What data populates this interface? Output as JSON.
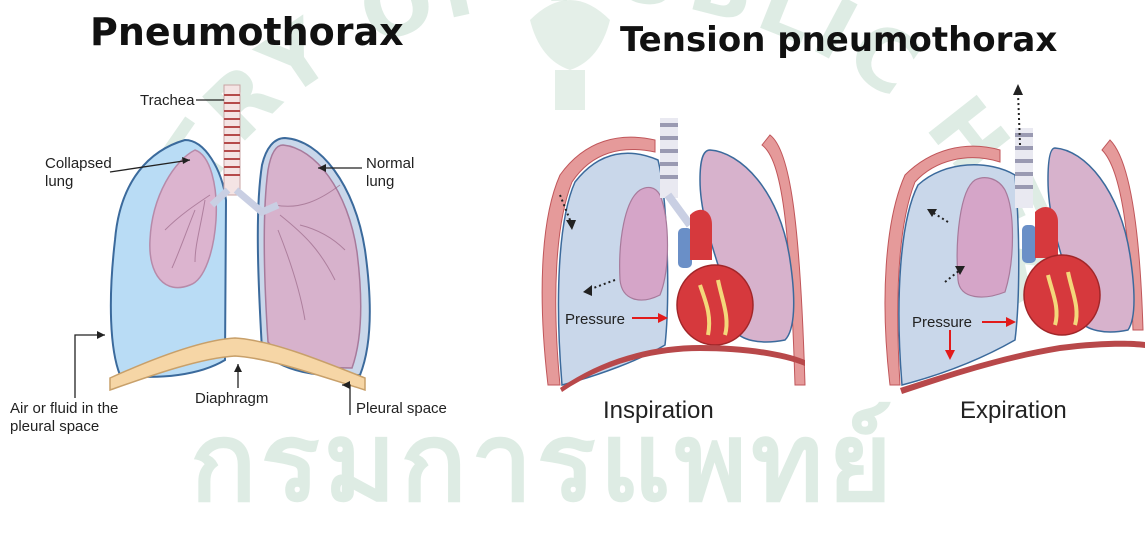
{
  "titles": {
    "left": "Pneumothorax",
    "right": "Tension pneumothorax"
  },
  "left_labels": {
    "trachea": "Trachea",
    "collapsed_lung": "Collapsed\nlung",
    "normal_lung": "Normal\nlung",
    "air_or_fluid": "Air or fluid in the\npleural space",
    "diaphragm": "Diaphragm",
    "pleural_space": "Pleural space"
  },
  "right_labels": {
    "pressure_inspiration": "Pressure",
    "pressure_expiration": "Pressure",
    "inspiration": "Inspiration",
    "expiration": "Expiration"
  },
  "watermark": {
    "arc_text": "MINISTRY OF PUBLIC HEALTH",
    "thai_text": "กรมการแพทย์"
  },
  "colors": {
    "pleural_air": "#b9dcf5",
    "lung_pink": "#dcb4cf",
    "cavity_blue": "#c9d7ea",
    "heart_red": "#d6393d",
    "diaphragm": "#f6d6a6",
    "pressure_arrow": "#e21b1b",
    "watermark": "#d3e6db"
  }
}
